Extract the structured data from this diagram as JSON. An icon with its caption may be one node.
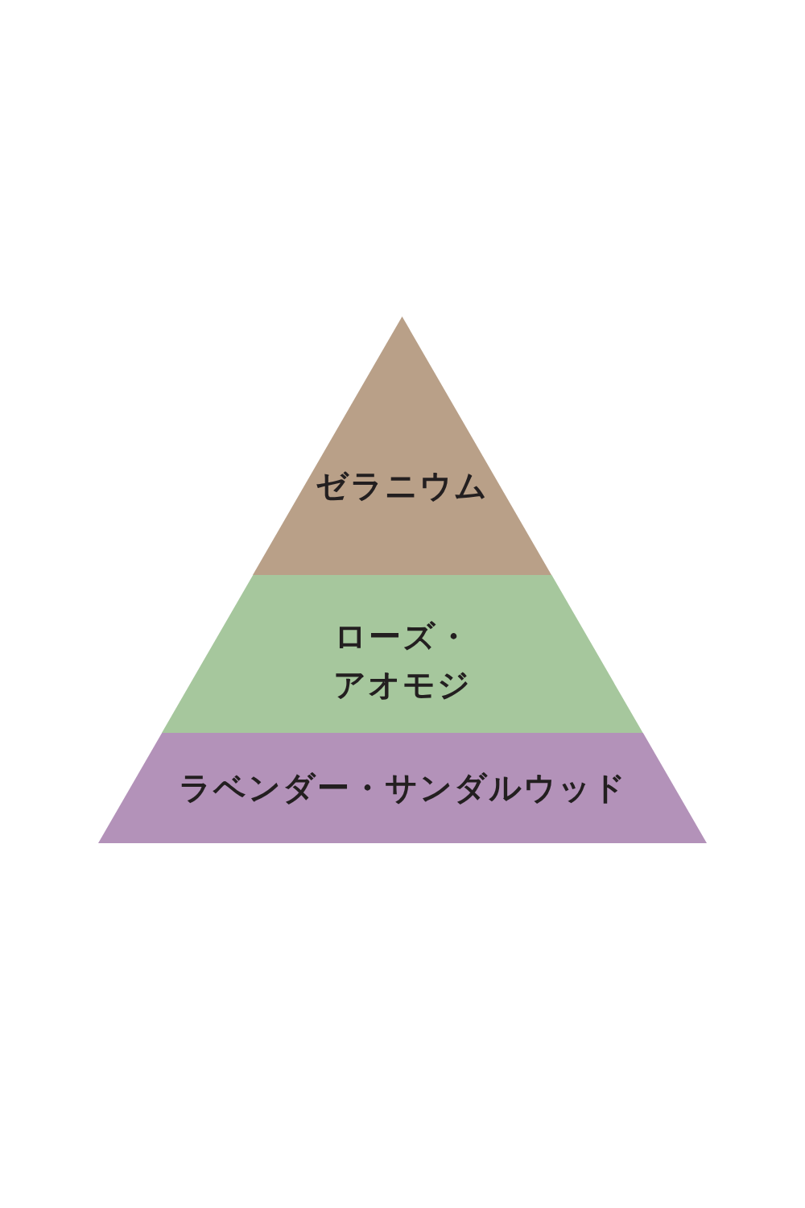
{
  "diagram": {
    "nodes": [
      {
        "text": [
          "ゼラニウム"
        ]
      },
      {
        "text": [
          "ローズ・アオモジ"
        ]
      },
      {
        "text": [
          "ラベンダー・サンダルウッド"
        ]
      }
    ]
  }
}
